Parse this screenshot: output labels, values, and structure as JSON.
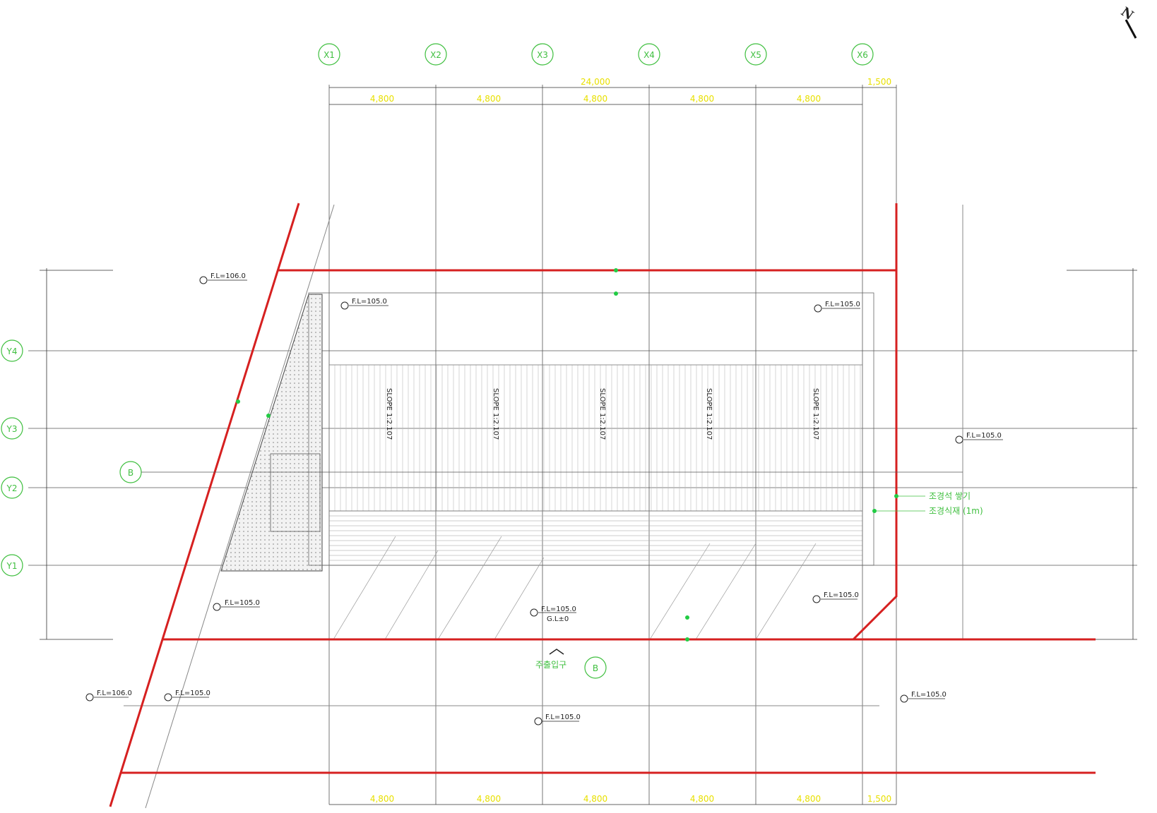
{
  "colors": {
    "boundary": "#d62020",
    "grid": "#555555",
    "dim_line": "#333333",
    "annotation_green": "#3fbf3f",
    "label_yellow": "#e8e000",
    "leader_dot": "#22cc44"
  },
  "north": {
    "label": "N"
  },
  "axes_x": [
    "X1",
    "X2",
    "X3",
    "X4",
    "X5",
    "X6"
  ],
  "axes_y": [
    "Y4",
    "Y3",
    "Y2",
    "Y1"
  ],
  "top_dims": {
    "overall": "24,000",
    "extra": "1,500",
    "bays": [
      "4,800",
      "4,800",
      "4,800",
      "4,800",
      "4,800"
    ]
  },
  "bottom_dims": {
    "bays": [
      "4,800",
      "4,800",
      "4,800",
      "4,800",
      "4,800"
    ],
    "extra": "1,500"
  },
  "slopes": [
    "SLOPE 1:2.107",
    "SLOPE 1:2.107",
    "SLOPE 1:2.107",
    "SLOPE 1:2.107",
    "SLOPE 1:2.107"
  ],
  "levels": {
    "fl_105": "F.L=105.0",
    "fl_106": "F.L=106.0",
    "gl": "G.L±0"
  },
  "right_notes": [
    "조경석 쌓기",
    "조경식재 (1m)"
  ],
  "entrance": {
    "label": "주출입구"
  },
  "section_marker": "B"
}
